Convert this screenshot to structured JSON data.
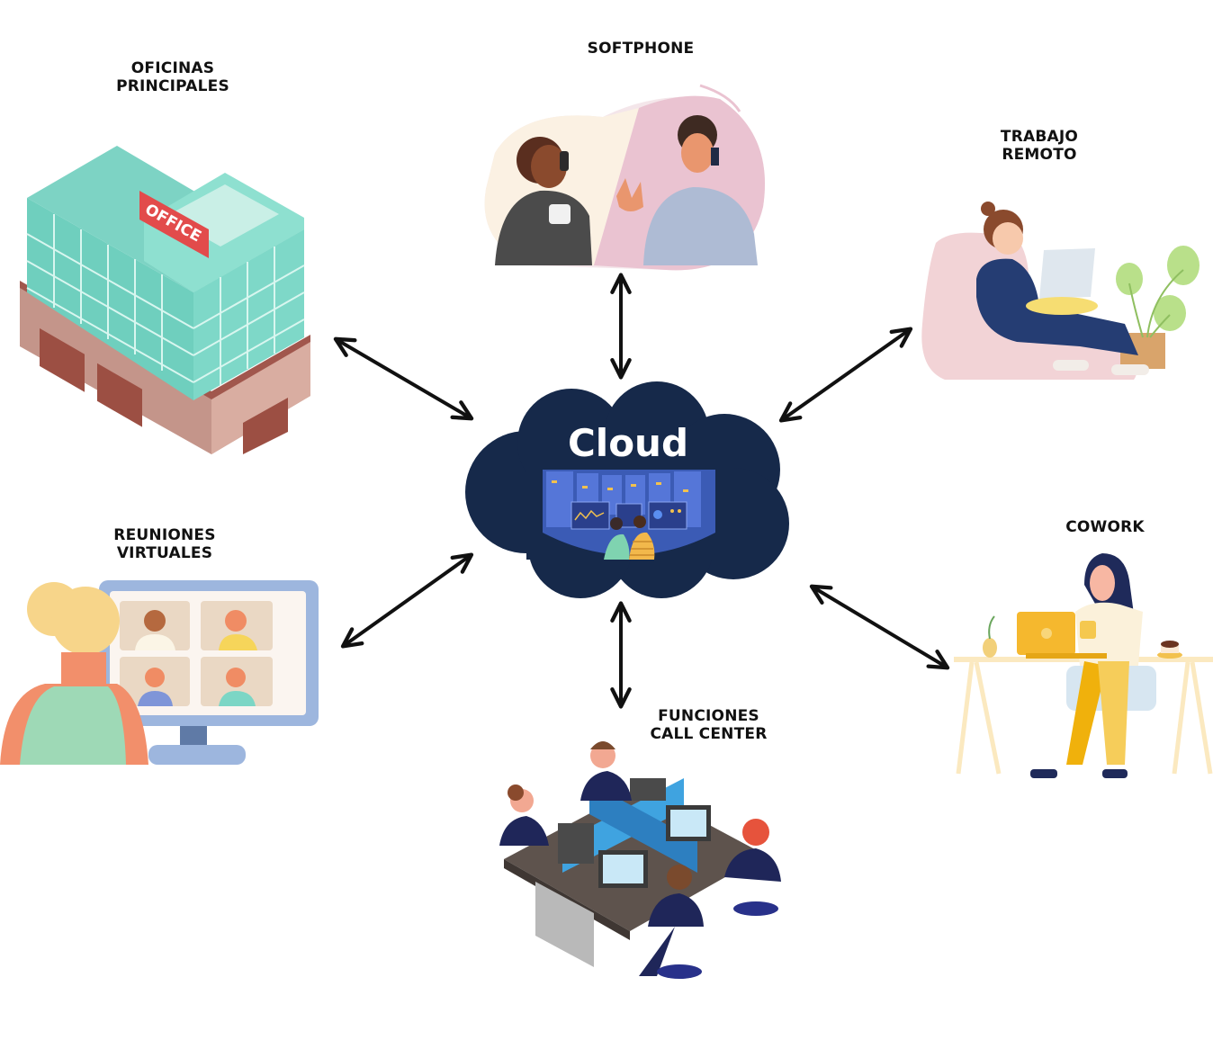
{
  "diagram": {
    "center": {
      "title": "Cloud",
      "icon": "cloud-datacenter-icon",
      "color": "#16294a"
    },
    "nodes": [
      {
        "id": "oficinas",
        "label_lines": [
          "OFICINAS",
          "PRINCIPALES"
        ],
        "icon": "office-building-icon",
        "sign_text": "OFFICE"
      },
      {
        "id": "softphone",
        "label_lines": [
          "SOFTPHONE"
        ],
        "icon": "phone-call-people-icon"
      },
      {
        "id": "trabajo-remoto",
        "label_lines": [
          "TRABAJO",
          "REMOTO"
        ],
        "icon": "remote-worker-icon"
      },
      {
        "id": "reuniones",
        "label_lines": [
          "REUNIONES",
          "VIRTUALES"
        ],
        "icon": "video-meeting-icon"
      },
      {
        "id": "cowork",
        "label_lines": [
          "COWORK"
        ],
        "icon": "cowork-desk-icon"
      },
      {
        "id": "call-center",
        "label_lines": [
          "FUNCIONES",
          "CALL CENTER"
        ],
        "icon": "call-center-icon"
      }
    ],
    "connections": [
      {
        "from": "cloud",
        "to": "oficinas",
        "type": "bidirectional"
      },
      {
        "from": "cloud",
        "to": "softphone",
        "type": "bidirectional"
      },
      {
        "from": "cloud",
        "to": "trabajo-remoto",
        "type": "bidirectional"
      },
      {
        "from": "cloud",
        "to": "reuniones",
        "type": "bidirectional"
      },
      {
        "from": "cloud",
        "to": "cowork",
        "type": "bidirectional"
      },
      {
        "from": "cloud",
        "to": "call-center",
        "type": "bidirectional"
      }
    ],
    "colors": {
      "arrow": "#111111",
      "label": "#111111",
      "cloud": "#16294a",
      "building_glass": "#7dd3c4",
      "building_base": "#c9958a",
      "sign": "#e24b4b"
    }
  }
}
